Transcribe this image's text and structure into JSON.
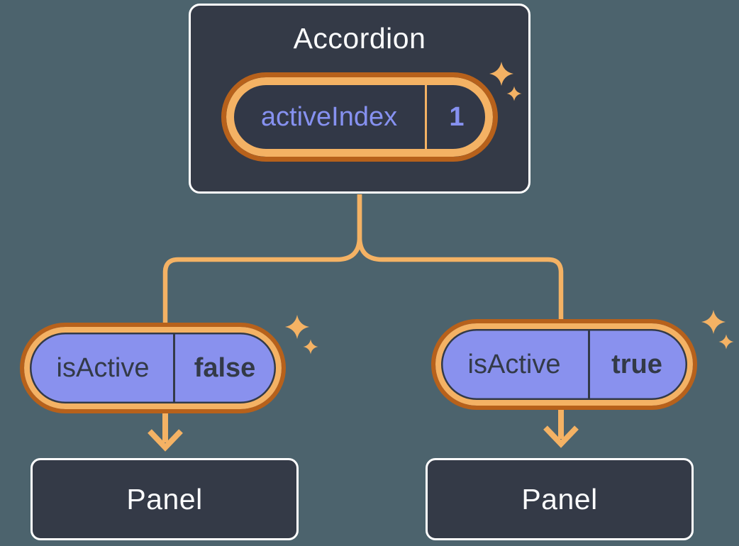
{
  "palette": {
    "background": "#4c636d",
    "node_fill": "#343a47",
    "node_border": "#ffffff",
    "accent_orange": "#f4b264",
    "accent_orange_dark": "#b7611b",
    "pill_purple": "#8991ee",
    "purple_text": "#8691f0",
    "dark_text": "#333a47"
  },
  "icons": {
    "sparkle": "four-point-star",
    "arrow": "orange-down-arrow"
  },
  "tree": {
    "root": {
      "label": "Accordion",
      "state": {
        "name": "activeIndex",
        "value": "1"
      }
    },
    "children": [
      {
        "prop": {
          "name": "isActive",
          "value": "false"
        },
        "child_label": "Panel"
      },
      {
        "prop": {
          "name": "isActive",
          "value": "true"
        },
        "child_label": "Panel"
      }
    ]
  }
}
